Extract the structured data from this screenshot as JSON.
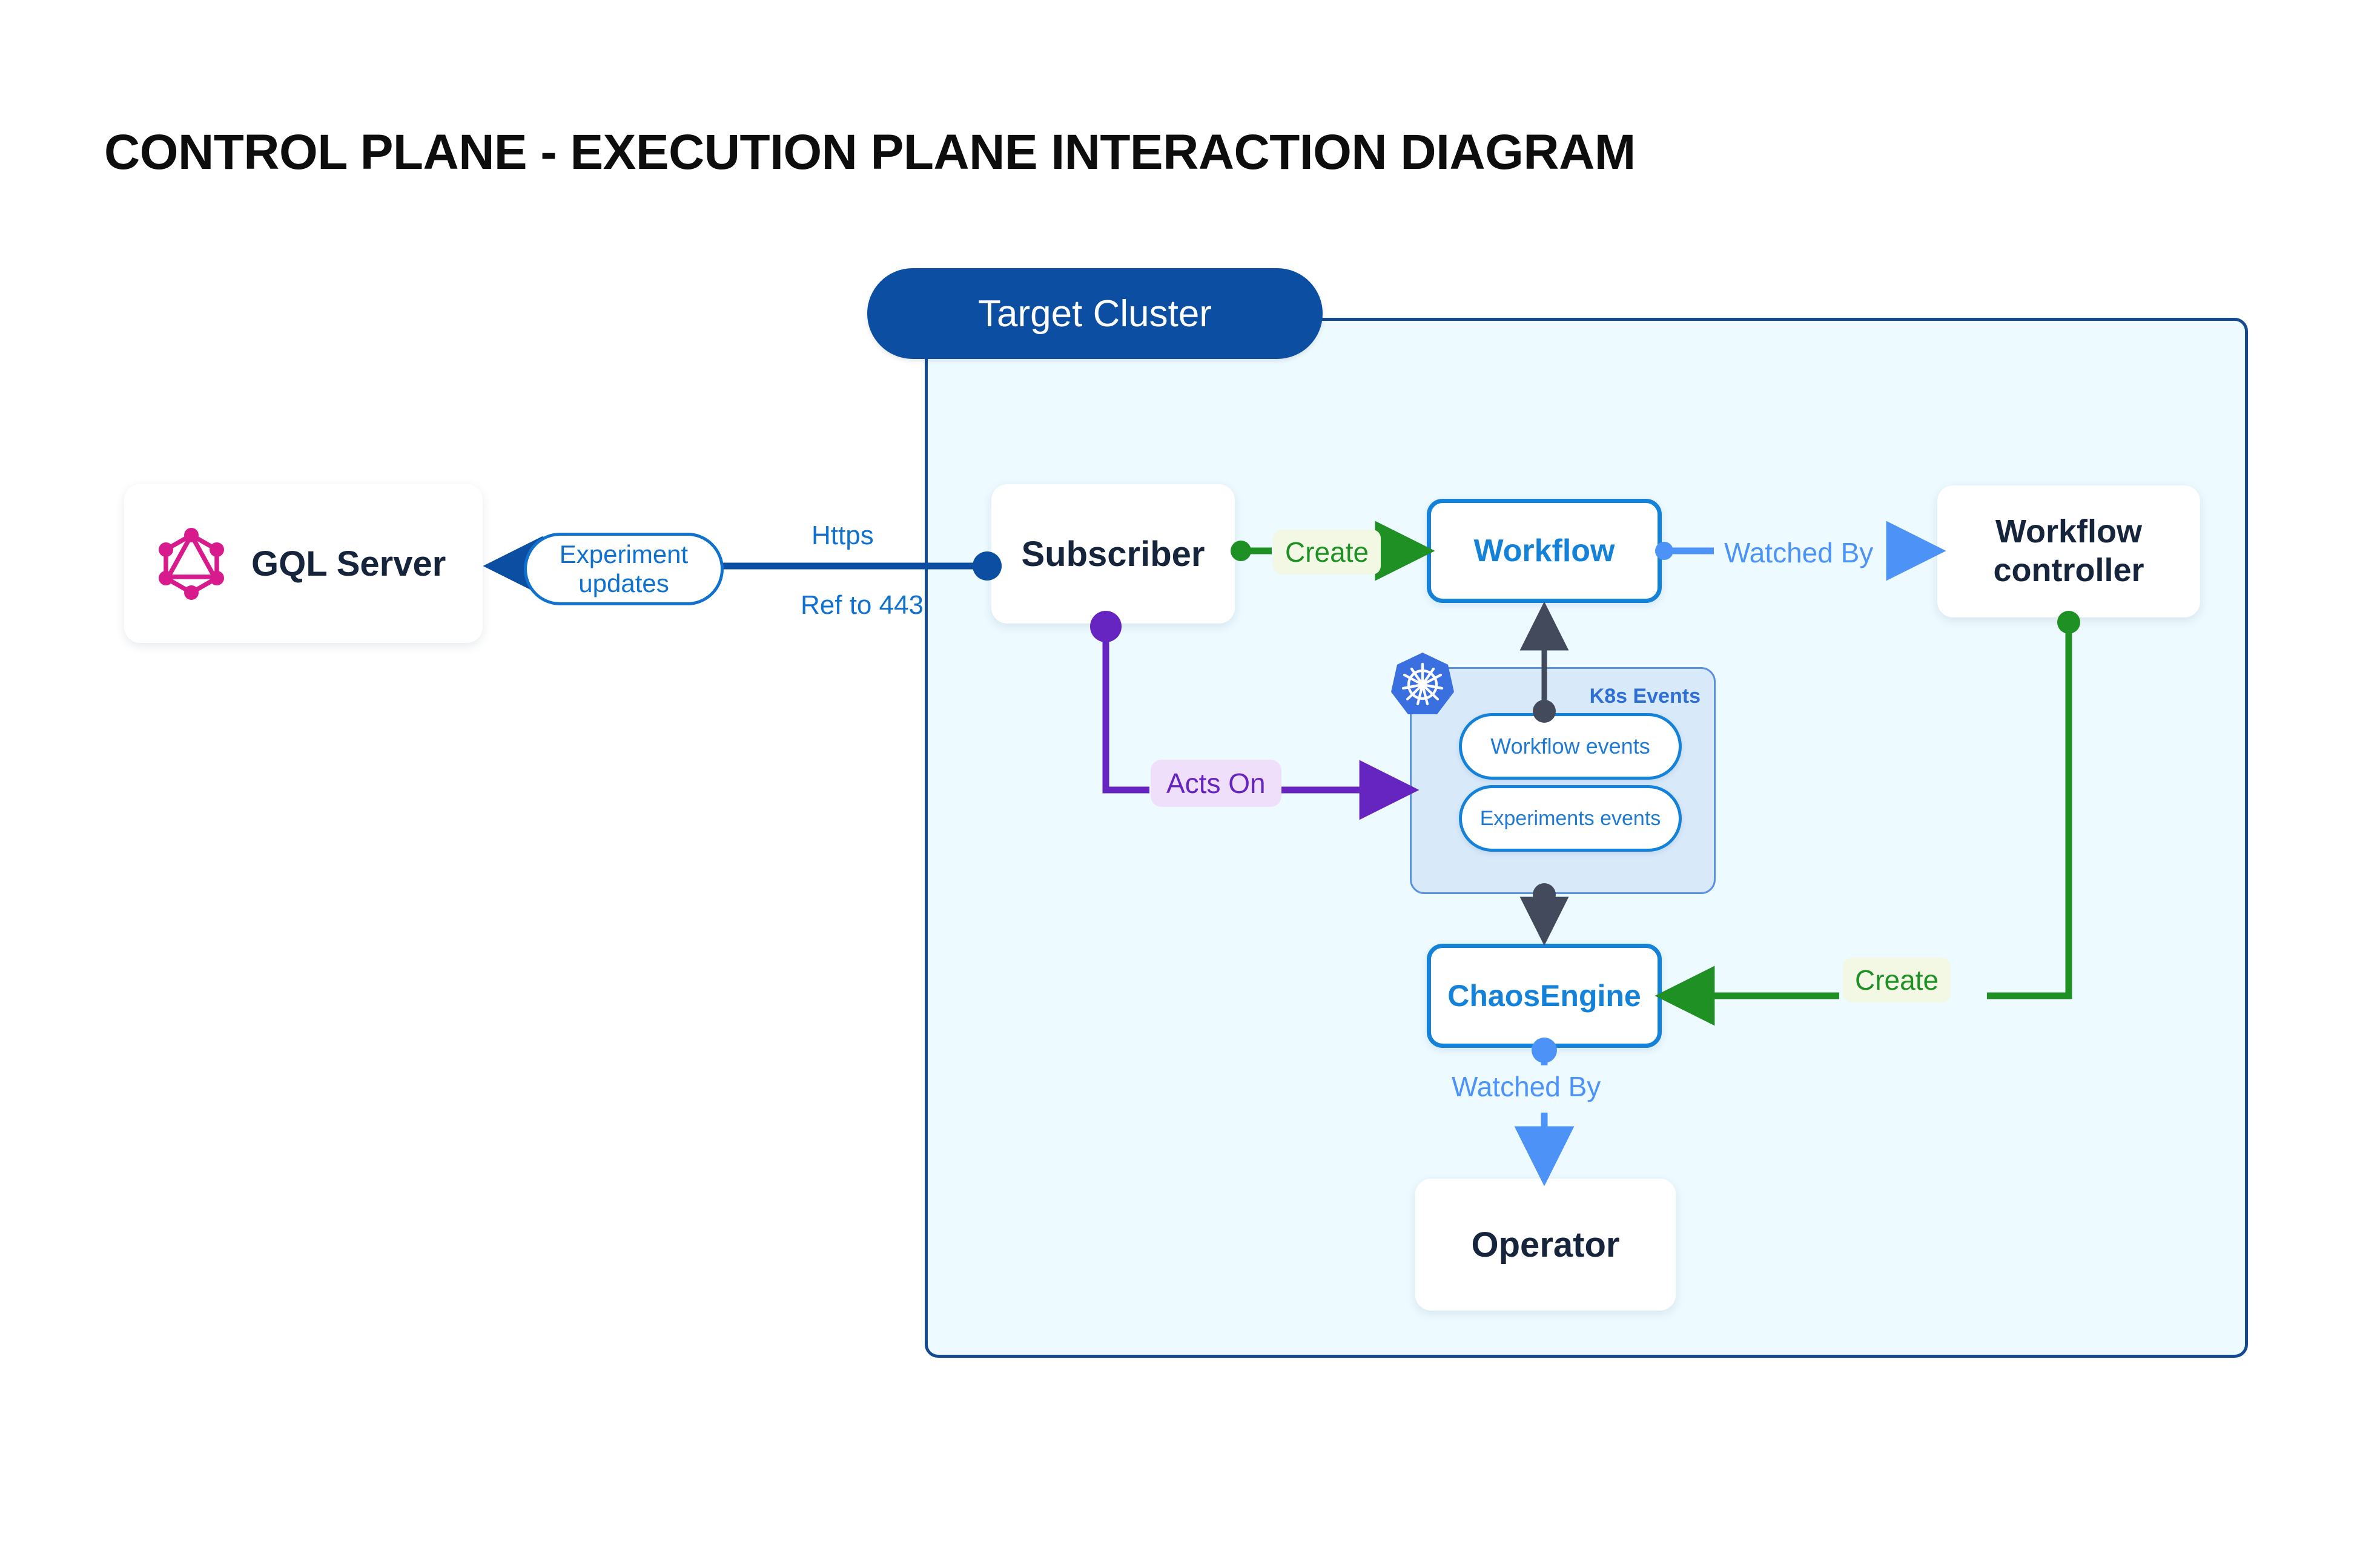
{
  "title": "CONTROL PLANE - EXECUTION PLANE INTERACTION DIAGRAM",
  "cluster": {
    "title": "Target Cluster"
  },
  "nodes": {
    "gql_server": {
      "label": "GQL Server",
      "icon": "graphql-logo-icon"
    },
    "subscriber": {
      "label": "Subscriber"
    },
    "workflow": {
      "label": "Workflow"
    },
    "workflow_controller": {
      "label": "Workflow controller"
    },
    "chaos_engine": {
      "label": "ChaosEngine"
    },
    "operator": {
      "label": "Operator"
    }
  },
  "k8s_events": {
    "group_label": "K8s Events",
    "icon": "kubernetes-logo-icon",
    "items": [
      {
        "label": "Workflow events"
      },
      {
        "label": "Experiments events"
      }
    ]
  },
  "edges": [
    {
      "id": "experiment-updates",
      "label": "Experiment updates",
      "from": "subscriber",
      "to": "gql_server",
      "color": "#1071cf"
    },
    {
      "id": "https",
      "label": "Https",
      "color": "#1071cf"
    },
    {
      "id": "ref-443",
      "label": "Ref to 443",
      "color": "#1071cf"
    },
    {
      "id": "create-workflow",
      "label": "Create",
      "from": "subscriber",
      "to": "workflow",
      "color": "#1f9023"
    },
    {
      "id": "watched-by-workflow",
      "label": "Watched By",
      "from": "workflow",
      "to": "workflow_controller",
      "color": "#4d93f7"
    },
    {
      "id": "acts-on",
      "label": "Acts On",
      "from": "subscriber",
      "to": "k8s_events",
      "color": "#6624c0"
    },
    {
      "id": "create-chaosengine",
      "label": "Create",
      "from": "workflow_controller",
      "to": "chaos_engine",
      "color": "#1f9023"
    },
    {
      "id": "watched-by-operator",
      "label": "Watched By",
      "from": "chaos_engine",
      "to": "operator",
      "color": "#4d93f7"
    }
  ],
  "colors": {
    "cluster_header": "#0b4ea2",
    "cluster_border": "#134a91",
    "cluster_fill": "#edfaff",
    "accent_blue": "#1482d8",
    "light_blue": "#4d93f7",
    "green": "#1f9023",
    "purple": "#6624c0",
    "magenta": "#d81b8c",
    "k8s_blue": "#3a6fe0",
    "text_dark": "#16243c"
  }
}
